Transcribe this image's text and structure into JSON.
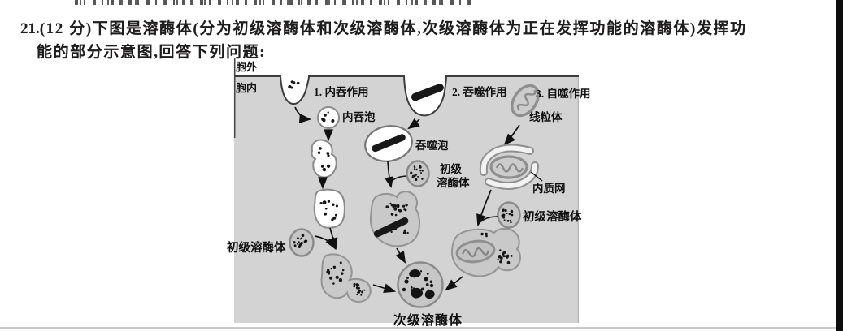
{
  "question": {
    "number": "21.",
    "line1": "(12 分)下图是溶酶体(分为初级溶酶体和次级溶酶体,次级溶酶体为正在发挥功能的溶酶体)发挥功",
    "line2": "能的部分示意图,回答下列问题:"
  },
  "diagram": {
    "labels": {
      "extracellular": "胞外",
      "intracellular": "胞内",
      "step1": "1. 内吞作用",
      "endocytic_vesicle": "内吞泡",
      "step2": "2. 吞噬作用",
      "phagocytic_vesicle": "吞噬泡",
      "step3": "3. 自噬作用",
      "mitochondrion": "线粒体",
      "endoplasmic_reticulum": "内质网",
      "primary_lysosome_left": "初级溶酶体",
      "primary_lysosome_middle_line1": "初级",
      "primary_lysosome_middle_line2": "溶酶体",
      "primary_lysosome_right": "初级溶酶体",
      "secondary_lysosome": "次级溶酶体"
    },
    "colors": {
      "cell_fill": "#d3d3d3",
      "organelle_fill": "#c6c6c6",
      "vesicle_fill": "#ffffff",
      "outline": "#8a8a8a",
      "membrane": "#3c3c3c",
      "ink": "#161616"
    }
  }
}
